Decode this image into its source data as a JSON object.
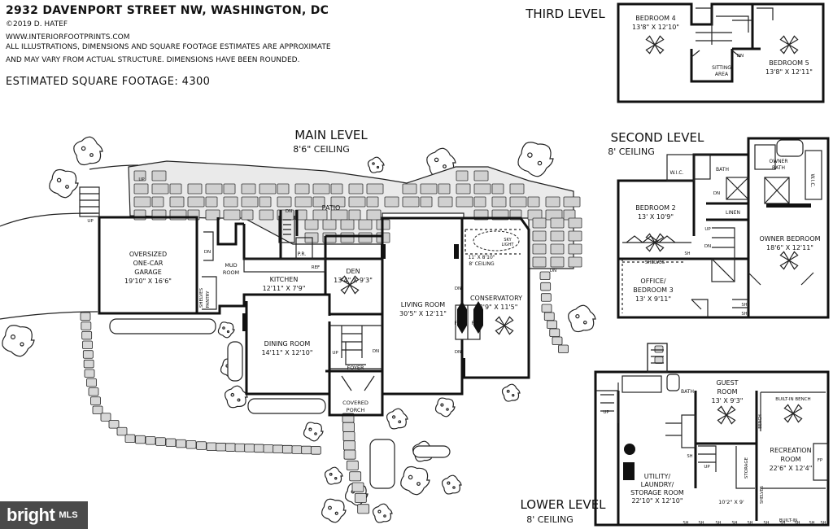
{
  "header": {
    "address": "2932 DAVENPORT STREET NW, WASHINGTON, DC",
    "copyright": "©2019 D. HATEF",
    "website": "WWW.INTERIORFOOTPRINTS.COM",
    "disclaimer1": "ALL ILLUSTRATIONS, DIMENSIONS AND SQUARE FOOTAGE ESTIMATES ARE APPROXIMATE",
    "disclaimer2": "AND MAY VARY FROM ACTUAL STRUCTURE. DIMENSIONS HAVE BEEN ROUNDED.",
    "sqft": "ESTIMATED SQUARE FOOTAGE: 4300"
  },
  "main_level": {
    "title": "MAIN LEVEL",
    "ceiling": "8'6\" CEILING",
    "rooms": {
      "patio": "PATIO",
      "garage": [
        "OVERSIZED",
        "ONE-CAR",
        "GARAGE",
        "19'10\" X 16'6\""
      ],
      "mud_room": [
        "MUD",
        "ROOM"
      ],
      "pantry": "PANTRY",
      "shelves": "SHELVES",
      "kitchen": [
        "KITCHEN",
        "12'11\" X 7'9\""
      ],
      "den": [
        "DEN",
        "13'4\" X 9'3\""
      ],
      "pr": "P.R.",
      "ref": "REF",
      "dining": [
        "DINING ROOM",
        "14'11\" X 12'10\""
      ],
      "foyer": "FOYER",
      "covered_porch": [
        "COVERED",
        "PORCH"
      ],
      "living": [
        "LIVING ROOM",
        "30'5\" X 12'11\""
      ],
      "conservatory": [
        "CONSERVATORY",
        "18'9\" X 11'5\""
      ],
      "conservatory_ceiling": [
        "11' X 8'10\"",
        "8' CEILING"
      ],
      "skylight": [
        "SKY",
        "LIGHT"
      ],
      "fp": "FP",
      "up": "UP",
      "dn": "DN"
    }
  },
  "third_level": {
    "title": "THIRD LEVEL",
    "rooms": {
      "bedroom4": [
        "BEDROOM 4",
        "13'8\" X 12'10\""
      ],
      "sitting": [
        "SITTING",
        "AREA"
      ],
      "bedroom5": [
        "BEDROOM 5",
        "13'8\" X 12'11\""
      ],
      "dn": "DN"
    }
  },
  "second_level": {
    "title": "SECOND LEVEL",
    "ceiling": "8' CEILING",
    "rooms": {
      "wic": "W.I.C.",
      "bath": "BATH",
      "owner_bath": [
        "OWNER",
        "BATH"
      ],
      "wic2": "W.I.C.",
      "bedroom2": [
        "BEDROOM 2",
        "13' X 10'9\""
      ],
      "linen": "LINEN",
      "owner_bedroom": [
        "OWNER BEDROOM",
        "18'6\" X 12'11\""
      ],
      "shelves": "SHELVES",
      "office": [
        "OFFICE/",
        "BEDROOM 3",
        "13' X 9'11\""
      ],
      "sh": "SH",
      "up": "UP",
      "dn": "DN"
    }
  },
  "lower_level": {
    "title": "LOWER LEVEL",
    "ceiling": "8' CEILING",
    "rooms": {
      "bath": "BATH",
      "guest": [
        "GUEST",
        "ROOM",
        "13' X 9'3\""
      ],
      "builtin_bench": "BUILT-IN BENCH",
      "bench": "BENCH",
      "recreation": [
        "RECREATION",
        "ROOM",
        "22'6\" X 12'4\""
      ],
      "storage": "STORAGE",
      "utility": [
        "UTILITY/",
        "LAUNDRY/",
        "STORAGE ROOM",
        "22'10\" X 12'10\""
      ],
      "small_room": "10'2\" X 9'",
      "builtin": "BUILT-IN",
      "shelves": "SHELVES",
      "sh": "SH",
      "up": "UP",
      "fp": "FP"
    }
  },
  "logo": {
    "brand": "bright",
    "suffix": "MLS"
  }
}
